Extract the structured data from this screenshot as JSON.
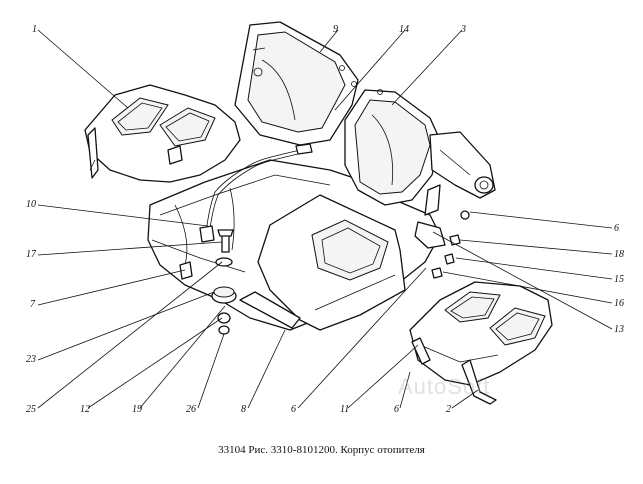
{
  "figure": {
    "caption": "33104 Рис. 3310-8101200.  Корпус отопителя",
    "watermark": "AutoSoft"
  },
  "callouts": [
    {
      "id": "c1",
      "label": "1"
    },
    {
      "id": "c9",
      "label": "9"
    },
    {
      "id": "c14",
      "label": "14"
    },
    {
      "id": "c3",
      "label": "3"
    },
    {
      "id": "c6a",
      "label": "6"
    },
    {
      "id": "c18",
      "label": "18"
    },
    {
      "id": "c15",
      "label": "15"
    },
    {
      "id": "c16",
      "label": "16"
    },
    {
      "id": "c13",
      "label": "13"
    },
    {
      "id": "c10",
      "label": "10"
    },
    {
      "id": "c17",
      "label": "17"
    },
    {
      "id": "c7",
      "label": "7"
    },
    {
      "id": "c23",
      "label": "23"
    },
    {
      "id": "c25",
      "label": "25"
    },
    {
      "id": "c12",
      "label": "12"
    },
    {
      "id": "c19",
      "label": "19"
    },
    {
      "id": "c26",
      "label": "26"
    },
    {
      "id": "c8",
      "label": "8"
    },
    {
      "id": "c6b",
      "label": "6"
    },
    {
      "id": "c11",
      "label": "11"
    },
    {
      "id": "c6c",
      "label": "6"
    },
    {
      "id": "c2",
      "label": "2"
    }
  ]
}
